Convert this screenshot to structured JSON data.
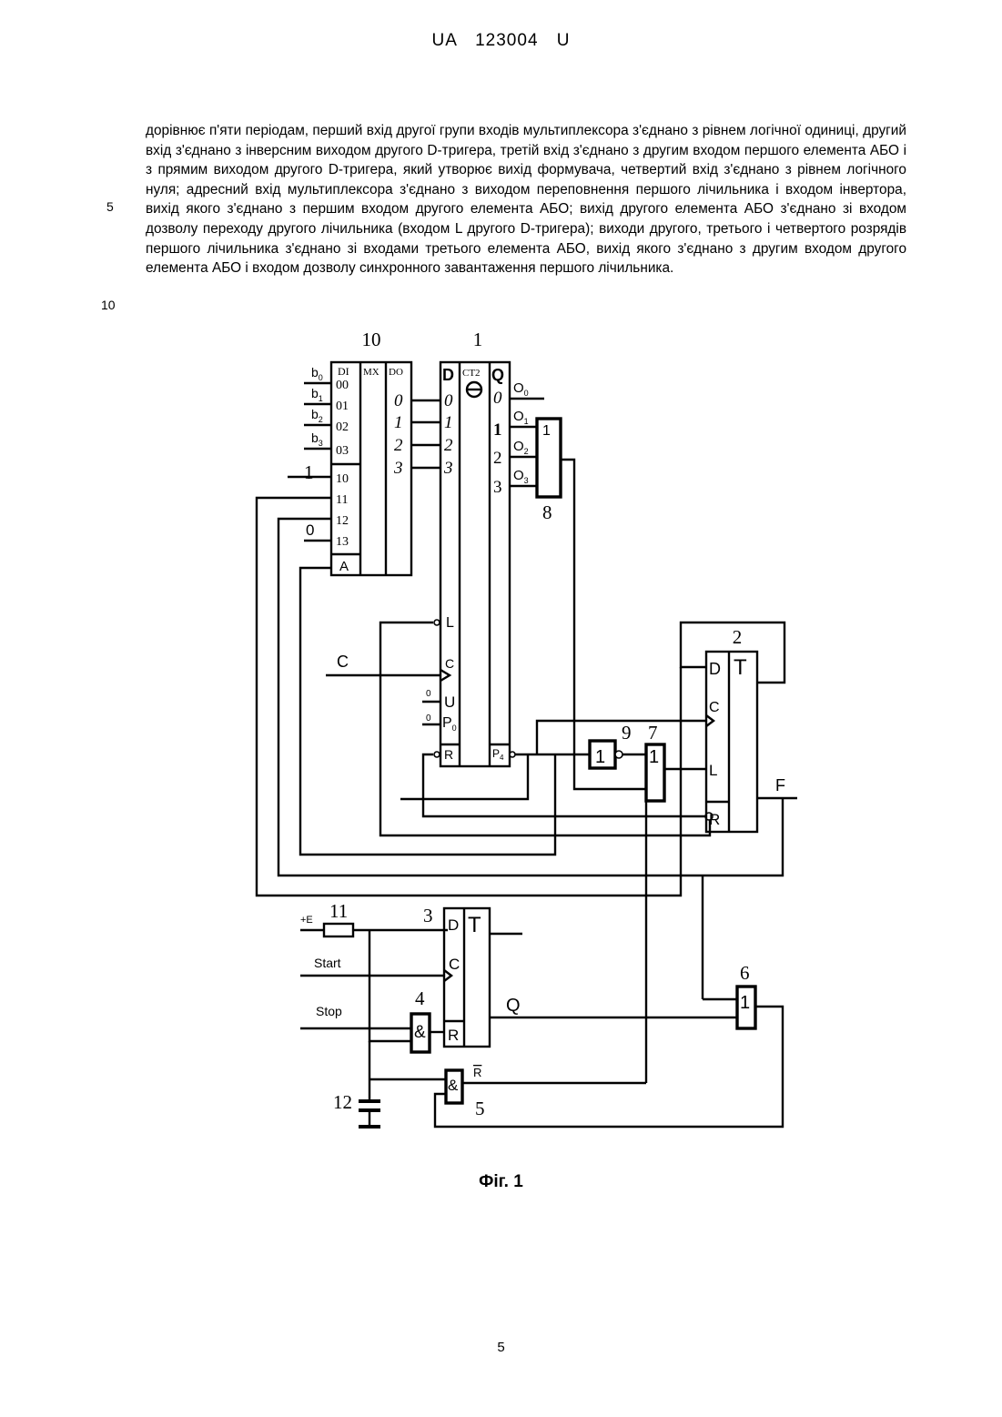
{
  "header": "UA 123004 U",
  "body_text": "дорівнює п'яти періодам, перший вхід другої групи входів мультиплексора з'єднано з рівнем логічної одиниці, другий вхід з'єднано з інверсним виходом другого D-тригера, третій вхід з'єднано з другим входом першого елемента АБО і з прямим виходом другого D-тригера, який утворює вихід формувача, четвертий вхід з'єднано з рівнем логічного нуля; адресний вхід мультиплексора з'єднано з виходом переповнення першого лічильника і входом інвертора, вихід якого з'єднано з першим входом другого елемента АБО; вихід другого елемента АБО з'єднано зі входом дозволу переходу другого лічильника (входом L другого D-тригера); виходи другого, третього і четвертого розрядів першого лічильника з'єднано зі входами третього елемента АБО, вихід якого з'єднано з другим входом другого елемента АБО і входом дозволу синхронного завантаження першого лічильника.",
  "line_numbers": [
    "5",
    "10"
  ],
  "figure": {
    "caption": "Фіг. 1",
    "mux": {
      "number": "10",
      "hdr_di": "DI",
      "hdr_mx": "MX",
      "hdr_do": "DO",
      "in0": "00",
      "in1": "01",
      "in2": "02",
      "in3": "03",
      "in4": "10",
      "in5": "11",
      "in6": "12",
      "in7": "13",
      "addr": "A",
      "out0": "0",
      "out1": "1",
      "out2": "2",
      "out3": "3",
      "b0": "b",
      "b0s": "0",
      "b1": "b",
      "b1s": "1",
      "b2": "b",
      "b2s": "2",
      "b3": "b",
      "b3s": "3",
      "const1": "1",
      "const0": "0"
    },
    "counter": {
      "number": "1",
      "hdr_d": "D",
      "hdr_ct": "CT2",
      "hdr_q": "Q",
      "d0": "0",
      "d1": "1",
      "d2": "2",
      "d3": "3",
      "q0": "0",
      "q1": "1",
      "q2": "2",
      "q3": "3",
      "L": "L",
      "C": "C",
      "U": "U",
      "P": "P",
      "Ps": "0",
      "R": "R",
      "P4": "P",
      "P4s": "4",
      "u_const": "0",
      "p_const": "0",
      "o0": "O",
      "o0s": "0",
      "o1": "O",
      "o1s": "1",
      "o2": "O",
      "o2s": "2",
      "o3": "O",
      "o3s": "3"
    },
    "or8": {
      "number": "8",
      "sym": "1"
    },
    "inv9": {
      "number": "9",
      "sym": "1"
    },
    "or7": {
      "number": "7",
      "sym": "1"
    },
    "trig2": {
      "number": "2",
      "D": "D",
      "T": "T",
      "C": "C",
      "L": "L",
      "R": "R"
    },
    "clock_label": "C",
    "output_label": "F",
    "trig3": {
      "number": "3",
      "D": "D",
      "T": "T",
      "C": "C",
      "R": "R"
    },
    "res11": {
      "number": "11",
      "supply": "+E"
    },
    "start_label": "Start",
    "stop_label": "Stop",
    "and4": {
      "number": "4",
      "sym": "&"
    },
    "q_label": "Q",
    "or6": {
      "number": "6",
      "sym": "1"
    },
    "and5": {
      "number": "5",
      "sym": "&",
      "rbar": "R"
    },
    "cap12": {
      "number": "12"
    }
  },
  "page_number": "5"
}
